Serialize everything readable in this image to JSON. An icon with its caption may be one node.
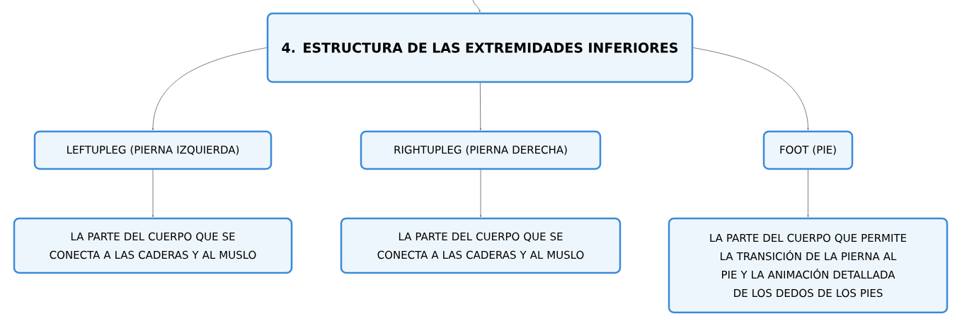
{
  "diagram": {
    "nodes": [
      {
        "text": [
          "4. ESTRUCTURA DE LAS EXTREMIDADES INFERIORES"
        ]
      },
      {
        "text": [
          "LEFTUPLEG (PIERNA IZQUIERDA)"
        ]
      },
      {
        "text": [
          "RIGHTUPLEG (PIERNA DERECHA)"
        ]
      },
      {
        "text": [
          "FOOT (PIE)"
        ]
      },
      {
        "text": [
          "LA PARTE DEL CUERPO QUE SE CONECTA A LAS CADERAS Y AL MUSLO"
        ]
      },
      {
        "text": [
          "LA PARTE DEL CUERPO QUE SE CONECTA A LAS CADERAS Y AL MUSLO"
        ]
      },
      {
        "text": [
          "LA PARTE DEL CUERPO QUE PERMITE LA TRANSICIÓN DE LA PIERNA AL PIE Y LA ANIMACIÓN DETALLADA DE LOS DEDOS DE LOS PIES"
        ]
      }
    ],
    "edges": [
      {
        "from": null,
        "to": 0,
        "arrow": "to"
      },
      {
        "from": 0,
        "to": 1,
        "arrow": "to"
      },
      {
        "from": 0,
        "to": 2,
        "arrow": "to"
      },
      {
        "from": 0,
        "to": 3,
        "arrow": "to"
      },
      {
        "from": 1,
        "to": 4,
        "arrow": "to"
      },
      {
        "from": 2,
        "to": 5,
        "arrow": "to"
      },
      {
        "from": 3,
        "to": 6,
        "arrow": "to"
      }
    ]
  }
}
